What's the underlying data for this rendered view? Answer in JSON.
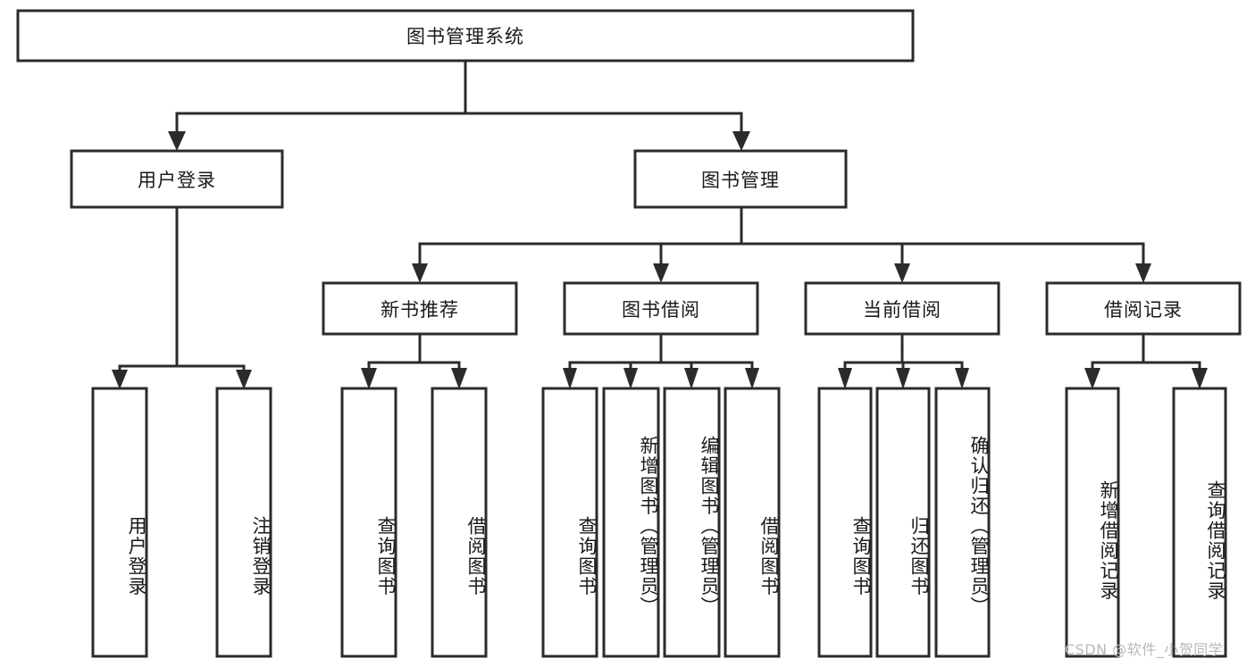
{
  "diagram": {
    "type": "hierarchy-tree",
    "title": "图书管理系统",
    "watermark": "CSDN @软件_小贺同学",
    "colors": {
      "stroke": "#2b2b2b",
      "fill": "#ffffff",
      "text": "#1a1a1a",
      "watermark": "#b8b8b8"
    },
    "root": {
      "label": "图书管理系统",
      "level": 0
    },
    "level1": [
      {
        "label": "用户登录"
      },
      {
        "label": "图书管理"
      }
    ],
    "level2": [
      {
        "label": "新书推荐",
        "parent": "图书管理"
      },
      {
        "label": "图书借阅",
        "parent": "图书管理"
      },
      {
        "label": "当前借阅",
        "parent": "图书管理"
      },
      {
        "label": "借阅记录",
        "parent": "图书管理"
      }
    ],
    "leaves": {
      "用户登录": [
        {
          "label": "用户登录"
        },
        {
          "label": "注销登录"
        }
      ],
      "新书推荐": [
        {
          "label": "查询图书"
        },
        {
          "label": "借阅图书"
        }
      ],
      "图书借阅": [
        {
          "label": "查询图书"
        },
        {
          "label": "新增图书（管理员）"
        },
        {
          "label": "编辑图书（管理员）"
        },
        {
          "label": "借阅图书"
        }
      ],
      "当前借阅": [
        {
          "label": "查询图书"
        },
        {
          "label": "归还图书"
        },
        {
          "label": "确认归还（管理员）"
        }
      ],
      "借阅记录": [
        {
          "label": "新增借阅记录"
        },
        {
          "label": "查询借阅记录"
        }
      ]
    }
  }
}
